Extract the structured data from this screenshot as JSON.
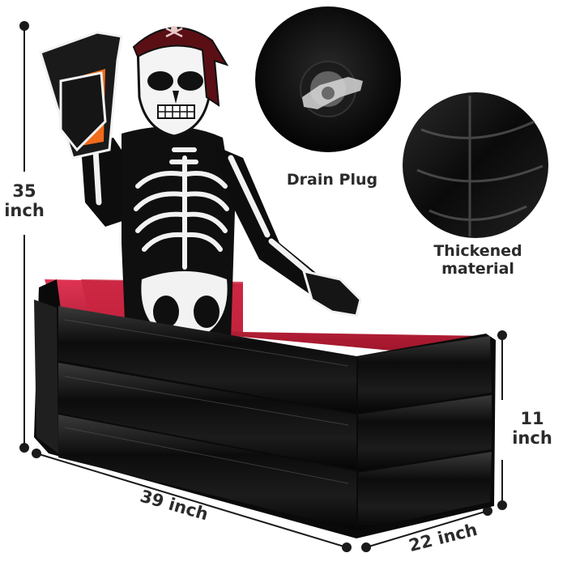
{
  "product": {
    "description": "Inflatable skeleton pirate cooler coffin with drink",
    "colors": {
      "body": "#111111",
      "interior": "#c8203e",
      "bone": "#f2f2f2",
      "bandana": "#5a0f14",
      "drink": "#f26a1b",
      "text": "#2b2b2b"
    }
  },
  "dimensions": {
    "height": {
      "value": "35",
      "unit": "inch"
    },
    "depth": {
      "value": "11",
      "unit": "inch"
    },
    "length": {
      "label": "39 inch"
    },
    "width": {
      "label": "22 inch"
    }
  },
  "features": [
    {
      "label": "Drain Plug"
    },
    {
      "label_line1": "Thickened",
      "label_line2": "material"
    }
  ]
}
